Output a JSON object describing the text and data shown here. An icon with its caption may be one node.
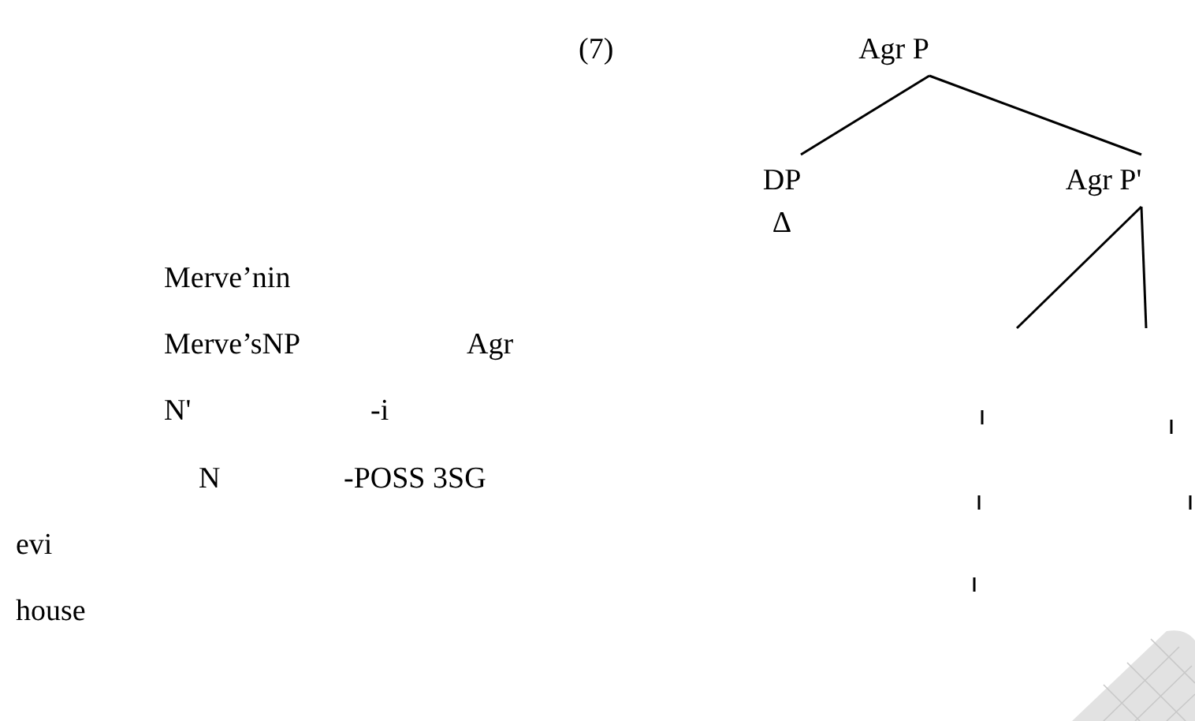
{
  "diagram": {
    "nodes": [
      {
        "text": [
          "Agr P"
        ]
      },
      {
        "text": [
          "DP",
          "Δ"
        ]
      },
      {
        "text": [
          "Agr P'"
        ]
      }
    ],
    "edges": [
      {
        "from": 0,
        "to": 1,
        "arrow": "none"
      },
      {
        "from": 0,
        "to": 2,
        "arrow": "none"
      },
      {
        "from": 2,
        "to": null,
        "arrow": "none"
      },
      {
        "from": 2,
        "to": null,
        "arrow": "none"
      }
    ],
    "labels": [
      "(7)",
      "Merve’nin",
      "Merve’sNP",
      "Agr",
      "N'",
      "-i",
      "N",
      "-POSS 3SG",
      "evi",
      "house"
    ]
  }
}
